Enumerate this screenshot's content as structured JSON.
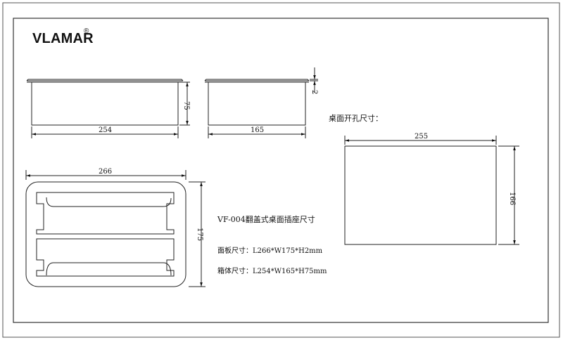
{
  "brand": {
    "name": "VLAMAR",
    "registered": "®"
  },
  "dimensions": {
    "front_width": "254",
    "front_height": "75",
    "side_width": "165",
    "side_panel_thickness": "2",
    "top_width": "266",
    "top_height": "175",
    "hole_width": "255",
    "hole_height": "166"
  },
  "labels": {
    "model_title": "VF-004翻盖式桌面插座尺寸",
    "panel_size": "面板尺寸：L266*W175*H2mm",
    "box_size": "箱体尺寸：L254*W165*H75mm",
    "hole_title": "桌面开孔尺寸："
  }
}
